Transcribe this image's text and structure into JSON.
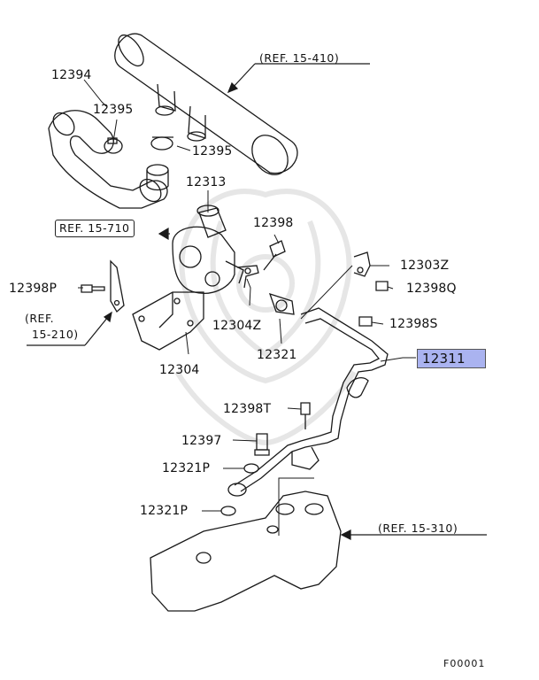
{
  "labels": {
    "ref_15_410": "(REF. 15-410)",
    "ref_15_710": "REF. 15-710",
    "ref_15_210_line1": "(REF.",
    "ref_15_210_line2": "15-210)",
    "ref_15_310": "(REF. 15-310)",
    "p12394": "12394",
    "p12395_a": "12395",
    "p12395_b": "12395",
    "p12313": "12313",
    "p12398": "12398",
    "p12303Z": "12303Z",
    "p12398Q": "12398Q",
    "p12398P": "12398P",
    "p12398S": "12398S",
    "p12304Z": "12304Z",
    "p12321": "12321",
    "p12304": "12304",
    "p12311": "12311",
    "p12398T": "12398T",
    "p12397": "12397",
    "p12321P_a": "12321P",
    "p12321P_b": "12321P"
  },
  "figure_code": "F00001",
  "colors": {
    "line": "#1a1a1a",
    "highlight": "#aab3f0",
    "watermark": "#ececec"
  }
}
